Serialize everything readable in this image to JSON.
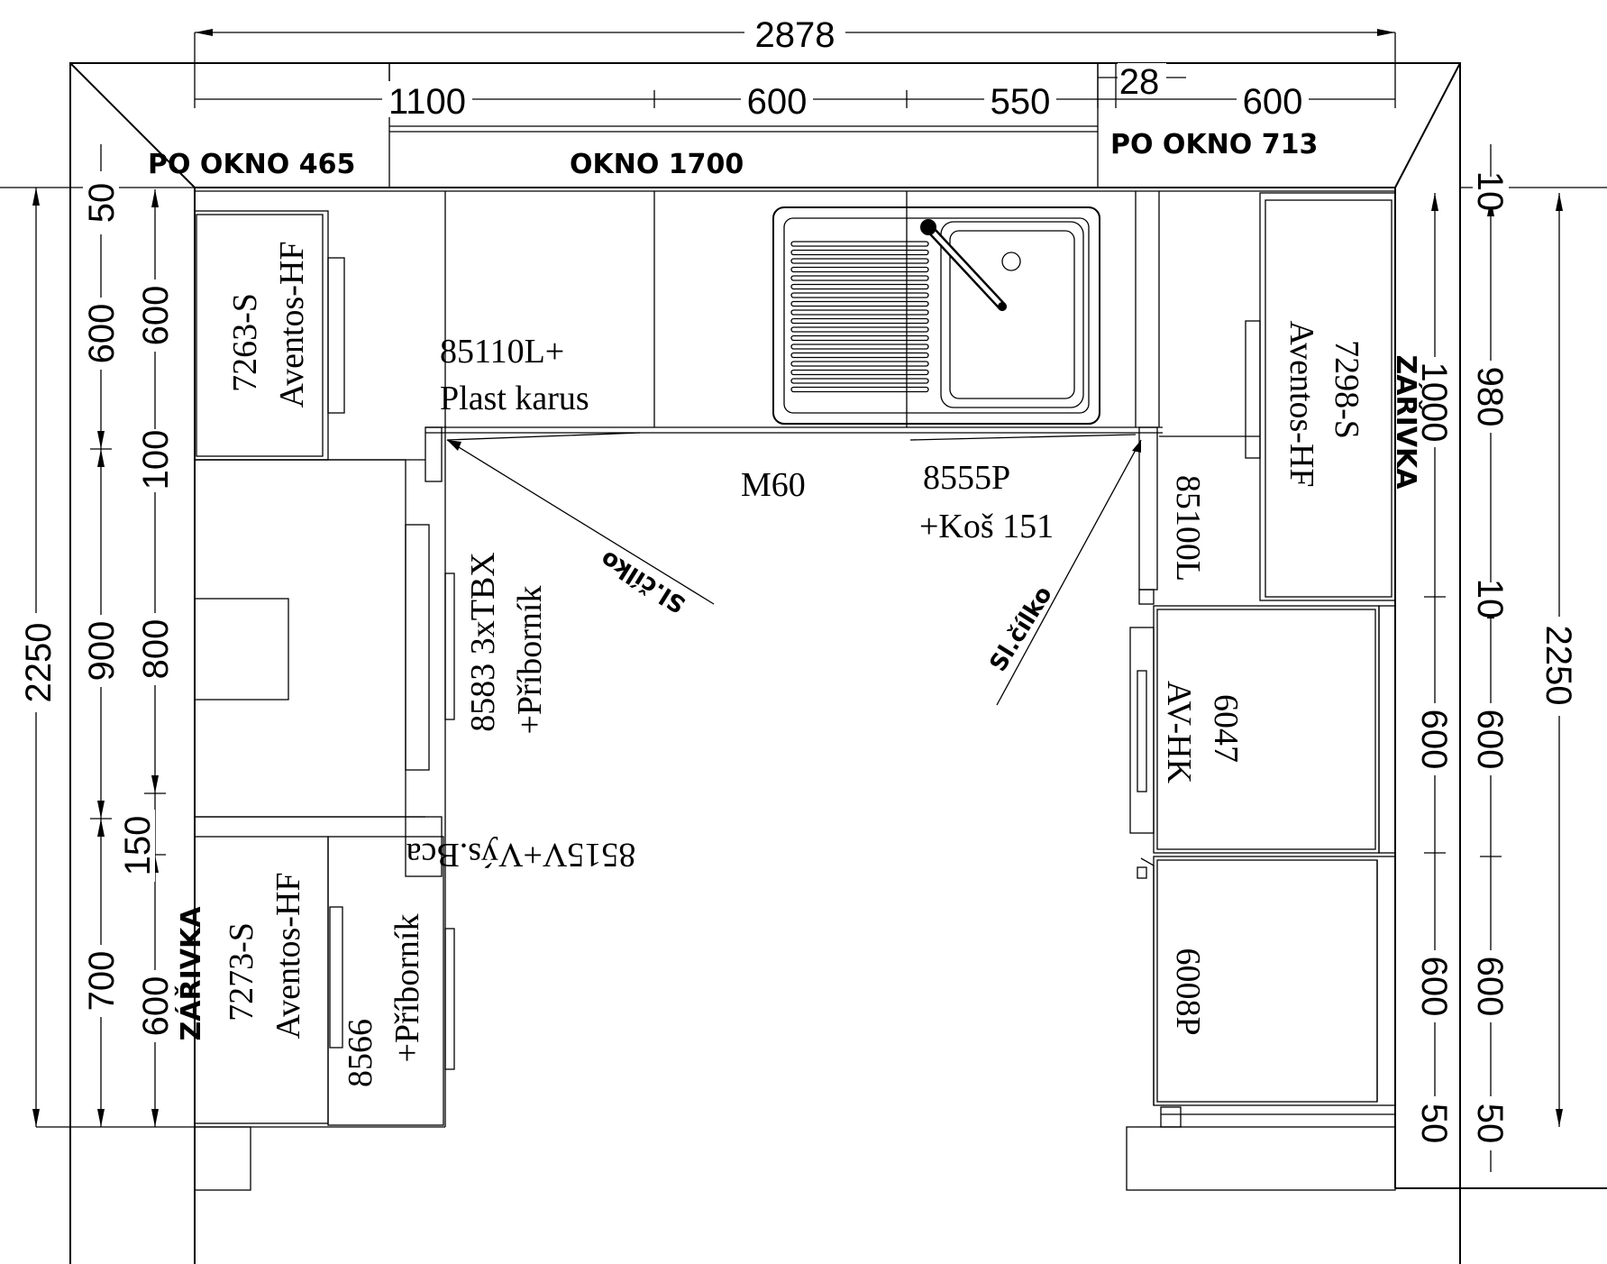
{
  "dimensions": {
    "top_total": "2878",
    "top_1100": "1100",
    "top_600a": "600",
    "top_550": "550",
    "top_28": "28",
    "top_600b": "600",
    "left_2250": "2250",
    "left_50": "50",
    "left_600a": "600",
    "left_600b": "600",
    "left_100": "100",
    "left_900": "900",
    "left_800": "800",
    "left_150": "150",
    "left_700": "700",
    "left_600c": "600",
    "right_10a": "10",
    "right_1000": "1000",
    "right_980": "980",
    "right_10b": "10",
    "right_600a": "600",
    "right_600b": "600",
    "right_600c": "600",
    "right_600d": "600",
    "right_50a": "50",
    "right_50b": "50",
    "right_2250": "2250"
  },
  "windows": {
    "po_okno_465": "PO OKNO 465",
    "okno_1700": "OKNO 1700",
    "po_okno_713": "PO OKNO 713"
  },
  "labels": {
    "c7263_a": "7263-S",
    "c7263_b": "Aventos-HF",
    "c85110_a": "85110L+",
    "c85110_b": "Plast karus",
    "m60": "M60",
    "c8555_a": "8555P",
    "c8555_b": "+Koš 151",
    "c8583_a": "8583 3xTBX",
    "c8583_b": "+Příborník",
    "c8515": "8515V+Výs.Bca",
    "c7273_a": "7273-S",
    "c7273_b": "Aventos-HF",
    "c8566_a": "8566",
    "c8566_b": "+Příborník",
    "c7298_a": "7298-S",
    "c7298_b": "Aventos-HF",
    "c85100": "85100L",
    "c6047_a": "6047",
    "c6047_b": "AV-HK",
    "c6008": "6008P",
    "slcilko_left": "Sl.čílko",
    "slcilko_right": "Sl.čílko",
    "zarivka_right": "ZÁŘIVKA",
    "zarivka_left": "ZÁŘIVKA"
  }
}
